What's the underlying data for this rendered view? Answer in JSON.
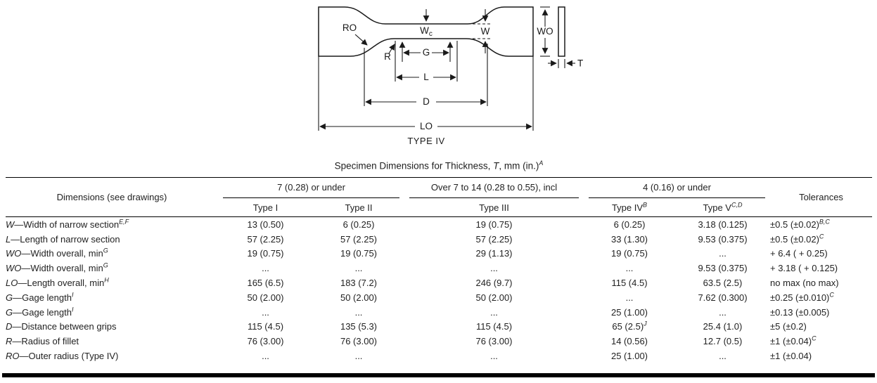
{
  "diagram": {
    "caption": "TYPE IV",
    "labels": {
      "ro": "RO",
      "r": "R",
      "wc_main": "W",
      "wc_sub": "c",
      "w": "W",
      "wo": "WO",
      "g": "G",
      "l": "L",
      "d": "D",
      "lo": "LO",
      "t": "T"
    }
  },
  "table": {
    "title": {
      "prefix": "Specimen Dimensions for Thickness, ",
      "symbol": "T",
      "mid": ", mm (in.)",
      "sup": "A"
    },
    "header": {
      "dimensions": "Dimensions (see drawings)",
      "tolerances": "Tolerances",
      "groups": [
        {
          "label": "7 (0.28) or under",
          "cols": [
            "Type I",
            "Type II"
          ]
        },
        {
          "label": "Over 7 to 14 (0.28 to 0.55), incl",
          "cols": [
            "Type III"
          ]
        },
        {
          "label": "4 (0.16) or under",
          "cols": [
            "Type IV^{B}",
            "Type V^{C,D}"
          ]
        }
      ]
    },
    "rows": [
      {
        "sym": "W",
        "label": "—Width of narrow section",
        "sup": "E,F",
        "values": [
          "13 (0.50)",
          "6 (0.25)",
          "19 (0.75)",
          "6 (0.25)",
          "3.18 (0.125)"
        ],
        "tolerance": "±0.5 (±0.02)^{B,C}"
      },
      {
        "sym": "L",
        "label": "—Length of narrow section",
        "sup": "",
        "values": [
          "57 (2.25)",
          "57 (2.25)",
          "57 (2.25)",
          "33 (1.30)",
          "9.53 (0.375)"
        ],
        "tolerance": "±0.5 (±0.02)^{C}"
      },
      {
        "sym": "WO",
        "label": "—Width overall, min",
        "sup": "G",
        "values": [
          "19 (0.75)",
          "19 (0.75)",
          "29 (1.13)",
          "19 (0.75)",
          "..."
        ],
        "tolerance": "+ 6.4 ( + 0.25)"
      },
      {
        "sym": "WO",
        "label": "—Width overall, min",
        "sup": "G",
        "values": [
          "...",
          "...",
          "...",
          "...",
          "9.53 (0.375)"
        ],
        "tolerance": "+ 3.18 ( + 0.125)"
      },
      {
        "sym": "LO",
        "label": "—Length overall, min",
        "sup": "H",
        "values": [
          "165 (6.5)",
          "183 (7.2)",
          "246 (9.7)",
          "115 (4.5)",
          "63.5 (2.5)"
        ],
        "tolerance": "no max (no max)"
      },
      {
        "sym": "G",
        "label": "—Gage length",
        "sup": "I",
        "values": [
          "50 (2.00)",
          "50 (2.00)",
          "50 (2.00)",
          "...",
          "7.62 (0.300)"
        ],
        "tolerance": "±0.25 (±0.010)^{C}"
      },
      {
        "sym": "G",
        "label": "—Gage length",
        "sup": "I",
        "values": [
          "...",
          "...",
          "...",
          "25 (1.00)",
          "..."
        ],
        "tolerance": "±0.13 (±0.005)"
      },
      {
        "sym": "D",
        "label": "—Distance between grips",
        "sup": "",
        "values": [
          "115 (4.5)",
          "135 (5.3)",
          "115 (4.5)",
          "65 (2.5)^{J}",
          "25.4 (1.0)"
        ],
        "tolerance": "±5 (±0.2)"
      },
      {
        "sym": "R",
        "label": "—Radius of fillet",
        "sup": "",
        "values": [
          "76 (3.00)",
          "76 (3.00)",
          "76 (3.00)",
          "14 (0.56)",
          "12.7 (0.5)"
        ],
        "tolerance": "±1 (±0.04)^{C}"
      },
      {
        "sym": "RO",
        "label": "—Outer radius (Type IV)",
        "sup": "",
        "values": [
          "...",
          "...",
          "...",
          "25 (1.00)",
          "..."
        ],
        "tolerance": "±1 (±0.04)"
      }
    ]
  }
}
